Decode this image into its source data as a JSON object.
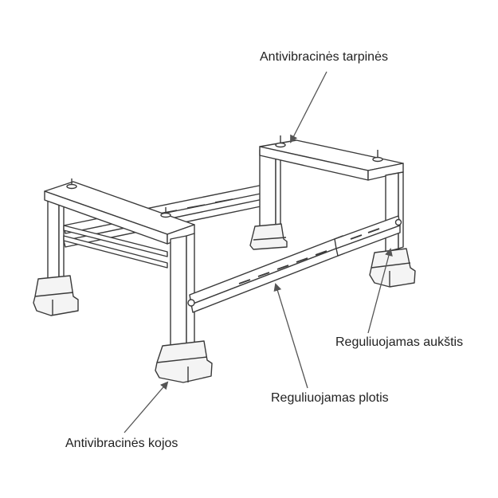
{
  "annotations": {
    "anti_vibration_pads": "Antivibracinės tarpinės",
    "adjustable_height": "Reguliuojamas aukštis",
    "adjustable_width": "Reguliuojamas plotis",
    "anti_vibration_feet": "Antivibracinės kojos"
  },
  "colors": {
    "line": "#3a3a3a",
    "fill": "#ffffff",
    "foot_fill": "#f4f4f4",
    "arrow": "#555555"
  }
}
